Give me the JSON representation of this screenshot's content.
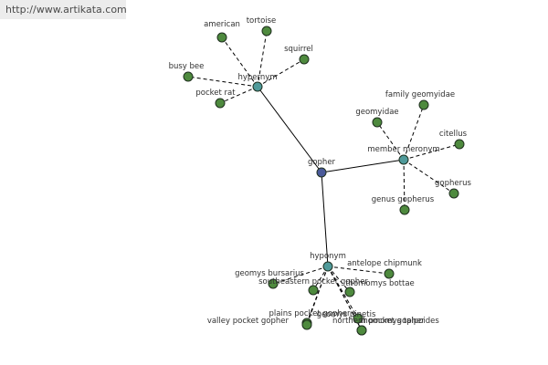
{
  "watermark": "http://www.artikata.com",
  "nodes": [
    {
      "id": "gopher",
      "label": "gopher",
      "kind": "center"
    },
    {
      "id": "hypernym",
      "label": "hypernym",
      "kind": "relation"
    },
    {
      "id": "member_meronym",
      "label": "member meronym",
      "kind": "relation"
    },
    {
      "id": "hyponym",
      "label": "hyponym",
      "kind": "relation"
    },
    {
      "id": "american",
      "label": "american",
      "kind": "leaf"
    },
    {
      "id": "tortoise",
      "label": "tortoise",
      "kind": "leaf"
    },
    {
      "id": "squirrel",
      "label": "squirrel",
      "kind": "leaf"
    },
    {
      "id": "busy_bee",
      "label": "busy bee",
      "kind": "leaf"
    },
    {
      "id": "pocket_rat",
      "label": "pocket rat",
      "kind": "leaf"
    },
    {
      "id": "family_geomyidae",
      "label": "family geomyidae",
      "kind": "leaf"
    },
    {
      "id": "geomyidae",
      "label": "geomyidae",
      "kind": "leaf"
    },
    {
      "id": "citellus",
      "label": "citellus",
      "kind": "leaf"
    },
    {
      "id": "gopherus",
      "label": "gopherus",
      "kind": "leaf"
    },
    {
      "id": "genus_gopherus",
      "label": "genus gopherus",
      "kind": "leaf"
    },
    {
      "id": "antelope_chipmunk",
      "label": "antelope chipmunk",
      "kind": "leaf"
    },
    {
      "id": "geomys_bursarius",
      "label": "geomys bursarius",
      "kind": "leaf"
    },
    {
      "id": "southeastern_pocket_gopher",
      "label": "southeastern pocket gopher",
      "kind": "leaf"
    },
    {
      "id": "thomomys_bottae",
      "label": "thomomys bottae",
      "kind": "leaf"
    },
    {
      "id": "plains_pocket_gopher",
      "label": "plains pocket gopher",
      "kind": "leaf"
    },
    {
      "id": "geomys_pinetis",
      "label": "geomys pinetis",
      "kind": "leaf"
    },
    {
      "id": "valley_pocket_gopher",
      "label": "valley pocket gopher",
      "kind": "leaf"
    },
    {
      "id": "northern_pocket_gopher",
      "label": "northern pocket gopher",
      "kind": "leaf"
    },
    {
      "id": "thomomys_talpoides",
      "label": "thomomys talpoides",
      "kind": "leaf"
    }
  ],
  "edges": [
    {
      "from": "gopher",
      "to": "hypernym",
      "style": "solid"
    },
    {
      "from": "gopher",
      "to": "member_meronym",
      "style": "solid"
    },
    {
      "from": "gopher",
      "to": "hyponym",
      "style": "solid"
    },
    {
      "from": "hypernym",
      "to": "american",
      "style": "dashed"
    },
    {
      "from": "hypernym",
      "to": "tortoise",
      "style": "dashed"
    },
    {
      "from": "hypernym",
      "to": "squirrel",
      "style": "dashed"
    },
    {
      "from": "hypernym",
      "to": "busy_bee",
      "style": "dashed"
    },
    {
      "from": "hypernym",
      "to": "pocket_rat",
      "style": "dashed"
    },
    {
      "from": "member_meronym",
      "to": "family_geomyidae",
      "style": "dashed"
    },
    {
      "from": "member_meronym",
      "to": "geomyidae",
      "style": "dashed"
    },
    {
      "from": "member_meronym",
      "to": "citellus",
      "style": "dashed"
    },
    {
      "from": "member_meronym",
      "to": "gopherus",
      "style": "dashed"
    },
    {
      "from": "member_meronym",
      "to": "genus_gopherus",
      "style": "dashed"
    },
    {
      "from": "hyponym",
      "to": "antelope_chipmunk",
      "style": "dashed"
    },
    {
      "from": "hyponym",
      "to": "geomys_bursarius",
      "style": "dashed"
    },
    {
      "from": "hyponym",
      "to": "southeastern_pocket_gopher",
      "style": "dashed"
    },
    {
      "from": "hyponym",
      "to": "thomomys_bottae",
      "style": "dashed"
    },
    {
      "from": "hyponym",
      "to": "plains_pocket_gopher",
      "style": "dashed"
    },
    {
      "from": "hyponym",
      "to": "geomys_pinetis",
      "style": "dashed"
    },
    {
      "from": "hyponym",
      "to": "valley_pocket_gopher",
      "style": "dashed"
    },
    {
      "from": "hyponym",
      "to": "northern_pocket_gopher",
      "style": "dashed"
    },
    {
      "from": "hyponym",
      "to": "thomomys_talpoides",
      "style": "dashed"
    }
  ],
  "colors": {
    "center": "#4a5a9a",
    "relation": "#4f9a9a",
    "leaf": "#4e8a3e",
    "node_stroke": "#1f2f1f",
    "edge": "#000000",
    "label": "#303030"
  }
}
